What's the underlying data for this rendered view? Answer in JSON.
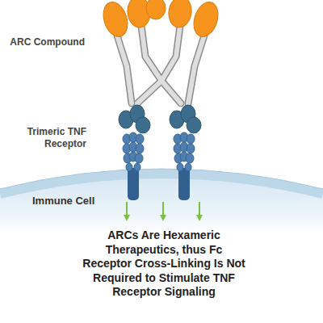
{
  "diagram": {
    "caption": "ARCs Are Hexameric Therapeutics, thus Fc Receptor Cross-Linking Is Not Required to Stimulate TNF Receptor Signaling",
    "nodes": [
      {
        "text": [
          "Immune Cell"
        ]
      }
    ],
    "labels": [
      "ARC Compound",
      "Trimeric TNF Receptor"
    ]
  }
}
